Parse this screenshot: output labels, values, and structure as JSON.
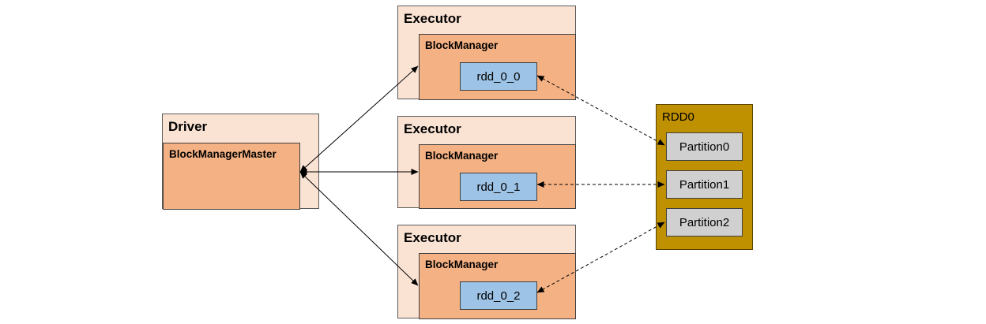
{
  "driver": {
    "title": "Driver",
    "master_label": "BlockManagerMaster"
  },
  "executors": [
    {
      "title": "Executor",
      "manager_label": "BlockManager",
      "block_label": "rdd_0_0"
    },
    {
      "title": "Executor",
      "manager_label": "BlockManager",
      "block_label": "rdd_0_1"
    },
    {
      "title": "Executor",
      "manager_label": "BlockManager",
      "block_label": "rdd_0_2"
    }
  ],
  "rdd": {
    "title": "RDD0",
    "partitions": [
      "Partition0",
      "Partition1",
      "Partition2"
    ]
  },
  "colors": {
    "outer_fill": "#fbe3d4",
    "manager_fill": "#f4b183",
    "block_fill": "#9dc3e6",
    "rdd_fill": "#bf9000",
    "partition_fill": "#d0d0d0"
  }
}
